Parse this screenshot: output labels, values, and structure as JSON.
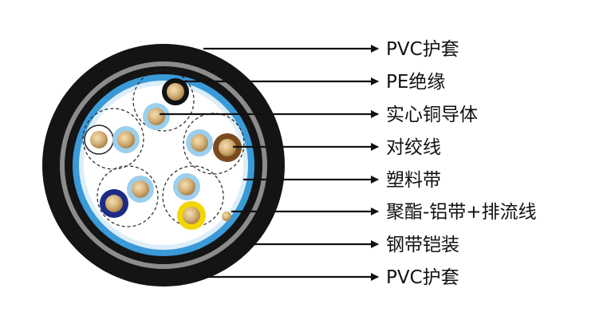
{
  "labels": [
    "PVC护套",
    "PE绝缘",
    "实心铜导体",
    "对绞线",
    "塑料带",
    "聚酯-铝带+排流线",
    "钢带铠装",
    "PVC护套"
  ],
  "colors": {
    "outer_sheath": "#141414",
    "armor_gray": "#8c8c8c",
    "screen_blue": "#3a9ad8",
    "wrap_light": "#ddeef8",
    "fill_white": "#ffffff",
    "insulation_lightblue": "#9ccfee",
    "copper": "#d6b27a",
    "copper_dark": "#a57f45",
    "core_black": "#111111",
    "core_navy": "#1c2b86",
    "core_brown": "#7a4a1e",
    "core_yellow": "#f2d600",
    "pointer": "#111111"
  }
}
